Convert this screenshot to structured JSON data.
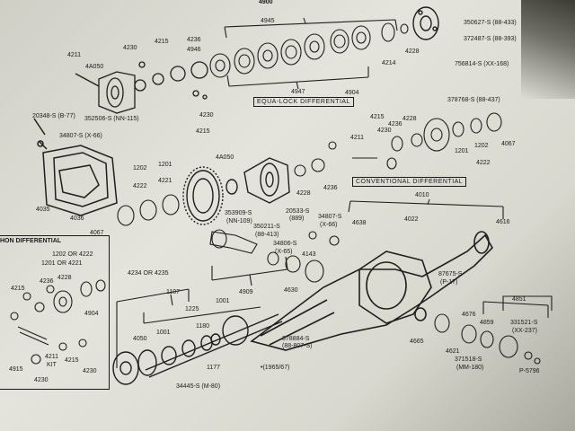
{
  "page": {
    "title_number": "4900",
    "sections": {
      "equa_lock": "EQUA-LOCK DIFFERENTIAL",
      "conventional": "CONVENTIONAL DIFFERENTIAL",
      "inset_heading": "HON DIFFERENTIAL"
    },
    "labels": [
      {
        "id": "p4945",
        "text": "4945"
      },
      {
        "id": "p350627",
        "text": "350627-S (88-433)"
      },
      {
        "id": "p372487",
        "text": "372487-S (88-393)"
      },
      {
        "id": "p756814",
        "text": "756814-S (XX-168)"
      },
      {
        "id": "p4211",
        "text": "4211"
      },
      {
        "id": "p4a050a",
        "text": "4A050"
      },
      {
        "id": "p4230a",
        "text": "4230"
      },
      {
        "id": "p4215a",
        "text": "4215"
      },
      {
        "id": "p4236a",
        "text": "4236"
      },
      {
        "id": "p4946",
        "text": "4946"
      },
      {
        "id": "p4214",
        "text": "4214"
      },
      {
        "id": "p4228a",
        "text": "4228"
      },
      {
        "id": "p4947",
        "text": "4947"
      },
      {
        "id": "p4904a",
        "text": "4904"
      },
      {
        "id": "p352506",
        "text": "352506-S (NN-115)"
      },
      {
        "id": "p4230b",
        "text": "4230"
      },
      {
        "id": "p4215b",
        "text": "4215"
      },
      {
        "id": "p20348",
        "text": "20348-S (B-77)"
      },
      {
        "id": "p34807a",
        "text": "34807-S (X-66)"
      },
      {
        "id": "p378768",
        "text": "378768-S (88-437)"
      },
      {
        "id": "p4215c",
        "text": "4215"
      },
      {
        "id": "p4230c",
        "text": "4230"
      },
      {
        "id": "p4236b",
        "text": "4236"
      },
      {
        "id": "p4228b",
        "text": "4228"
      },
      {
        "id": "p4211b",
        "text": "4211"
      },
      {
        "id": "p4067a",
        "text": "4067"
      },
      {
        "id": "p1201a",
        "text": "1201"
      },
      {
        "id": "p1202a",
        "text": "1202"
      },
      {
        "id": "p4222a",
        "text": "4222"
      },
      {
        "id": "p4a050b",
        "text": "4A050"
      },
      {
        "id": "p4228c",
        "text": "4228"
      },
      {
        "id": "p4236c",
        "text": "4236"
      },
      {
        "id": "p1202b",
        "text": "1202"
      },
      {
        "id": "p1201b",
        "text": "1201"
      },
      {
        "id": "p4222b",
        "text": "4222"
      },
      {
        "id": "p4221",
        "text": "4221"
      },
      {
        "id": "p4035",
        "text": "4035"
      },
      {
        "id": "p4036",
        "text": "4036"
      },
      {
        "id": "p4067b",
        "text": "4067"
      },
      {
        "id": "p353909",
        "text": "353909-S"
      },
      {
        "id": "pnn109",
        "text": "(NN-109)"
      },
      {
        "id": "p20533",
        "text": "20533-S"
      },
      {
        "id": "p889",
        "text": "(889)"
      },
      {
        "id": "p34807b",
        "text": "34807-S"
      },
      {
        "id": "px66",
        "text": "(X-66)"
      },
      {
        "id": "p350211",
        "text": "350211-S"
      },
      {
        "id": "p88413",
        "text": "(88-413)"
      },
      {
        "id": "p34806",
        "text": "34806-S"
      },
      {
        "id": "px65",
        "text": "(X-65)"
      },
      {
        "id": "p4143",
        "text": "4143"
      },
      {
        "id": "p4638",
        "text": "4638"
      },
      {
        "id": "p4010",
        "text": "4010"
      },
      {
        "id": "p4022",
        "text": "4022"
      },
      {
        "id": "p4616",
        "text": "4616"
      },
      {
        "id": "p4909",
        "text": "4909"
      },
      {
        "id": "p4630",
        "text": "4630"
      },
      {
        "id": "p4234",
        "text": "4234 OR 4235"
      },
      {
        "id": "p1107",
        "text": "1107"
      },
      {
        "id": "p1225",
        "text": "1225"
      },
      {
        "id": "p1001a",
        "text": "1001"
      },
      {
        "id": "p1001b",
        "text": "1001"
      },
      {
        "id": "p4050",
        "text": "4050"
      },
      {
        "id": "p1180",
        "text": "1180"
      },
      {
        "id": "p1177",
        "text": "1177"
      },
      {
        "id": "p378884",
        "text": "378884-S"
      },
      {
        "id": "p88807",
        "text": "(88-807-S)"
      },
      {
        "id": "p1965",
        "text": "•(1965/67)"
      },
      {
        "id": "p34445",
        "text": "34445-S (M-80)"
      },
      {
        "id": "p87675",
        "text": "87675-S"
      },
      {
        "id": "pp17",
        "text": "(P-17)"
      },
      {
        "id": "p4665",
        "text": "4665"
      },
      {
        "id": "p4621",
        "text": "4621"
      },
      {
        "id": "p4676",
        "text": "4676"
      },
      {
        "id": "p4859",
        "text": "4859"
      },
      {
        "id": "p4851",
        "text": "4851"
      },
      {
        "id": "p331521",
        "text": "331521-S"
      },
      {
        "id": "pxx237",
        "text": "(XX-237)"
      },
      {
        "id": "p371518",
        "text": "371518-S"
      },
      {
        "id": "pmm180",
        "text": "(MM-180)"
      },
      {
        "id": "pp5796",
        "text": "P-5796"
      },
      {
        "id": "pi1202",
        "text": "1202 OR 4222"
      },
      {
        "id": "pi1201",
        "text": "1201 OR 4221"
      },
      {
        "id": "pi4236",
        "text": "4236"
      },
      {
        "id": "pi4228",
        "text": "4228"
      },
      {
        "id": "pi4215",
        "text": "4215"
      },
      {
        "id": "pi4904",
        "text": "4904"
      },
      {
        "id": "pi4211",
        "text": "4211"
      },
      {
        "id": "pikit",
        "text": "KIT"
      },
      {
        "id": "pi4215b",
        "text": "4215"
      },
      {
        "id": "pi4230",
        "text": "4230"
      },
      {
        "id": "pi4230b",
        "text": "4230"
      },
      {
        "id": "pi4915",
        "text": "4915"
      }
    ]
  }
}
